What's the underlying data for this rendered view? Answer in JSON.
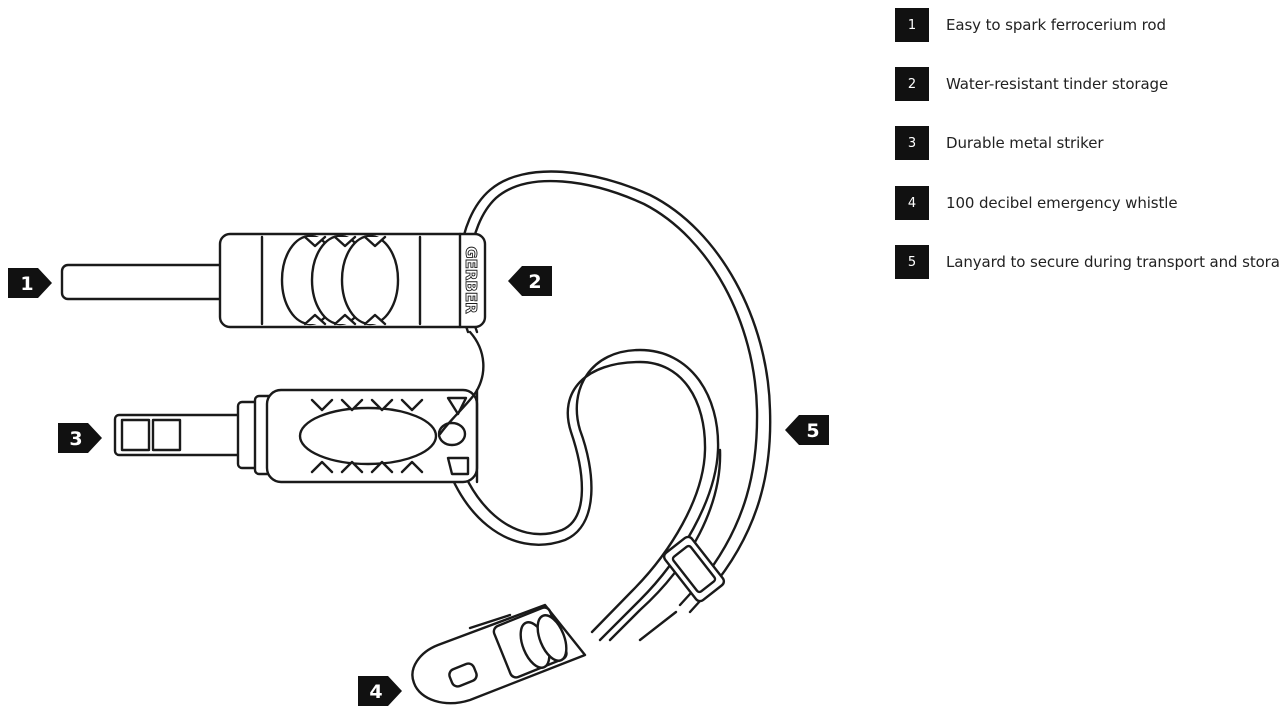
{
  "brand": "GERBER",
  "callouts": [
    "1",
    "2",
    "3",
    "4",
    "5"
  ],
  "legend": [
    {
      "number": "1",
      "text": "Easy to spark ferrocerium rod"
    },
    {
      "number": "2",
      "text": "Water-resistant tinder storage"
    },
    {
      "number": "3",
      "text": "Durable metal striker"
    },
    {
      "number": "4",
      "text": "100 decibel emergency whistle"
    },
    {
      "number": "5",
      "text": "Lanyard to secure during transport and storage"
    }
  ],
  "colors": {
    "ink": "#111111",
    "background": "#ffffff",
    "outline": "#1a1a1a"
  }
}
